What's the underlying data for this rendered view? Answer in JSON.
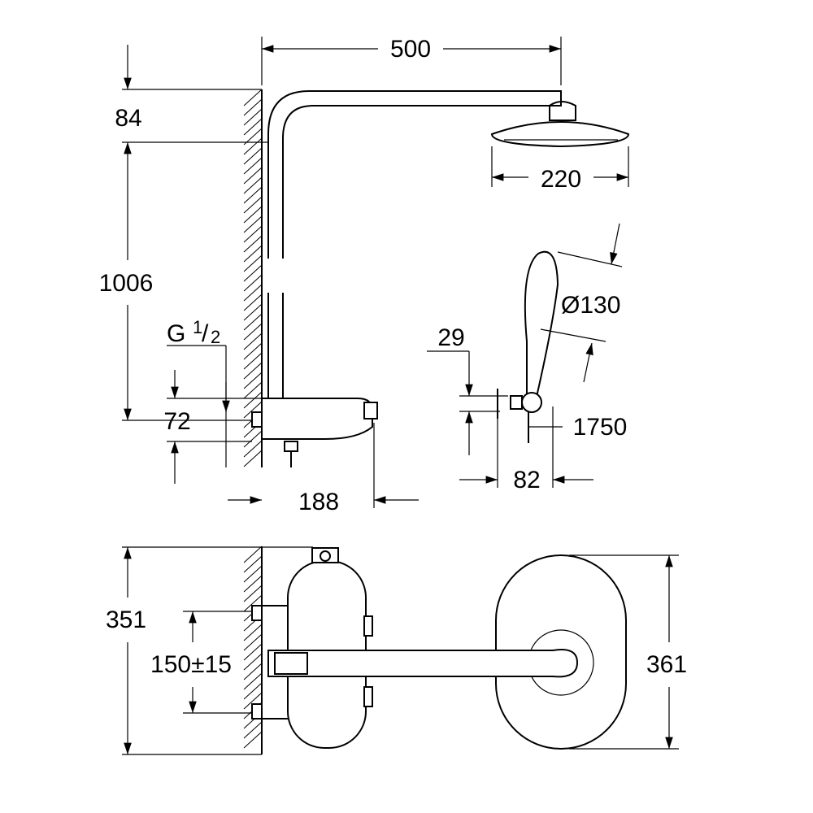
{
  "title": "Shower system dimension drawing",
  "dimensions": {
    "arm_length": "500",
    "top_offset": "84",
    "head_diameter": "220",
    "height": "1006",
    "hand_shower_diameter": "Ø130",
    "thread": "G",
    "thread_num": "1",
    "thread_den": "2",
    "holder_offset": "29",
    "inlet_offset": "72",
    "hose_length": "1750",
    "thermostat_depth": "188",
    "holder_depth": "82",
    "thermostat_height": "351",
    "inlet_spacing": "150±15",
    "head_height": "361"
  }
}
